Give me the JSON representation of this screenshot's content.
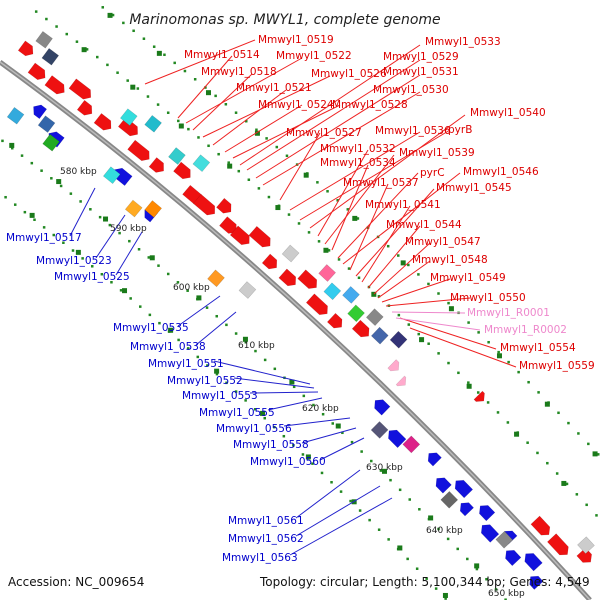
{
  "title": "Marinomonas sp. MWYL1, complete genome",
  "footer": {
    "accession": "Accession: NC_009654",
    "summary": "Topology: circular; Length: 5,100,344 bp; Genes: 4,549"
  },
  "colors": {
    "forward_label": "#dd0000",
    "reverse_label": "#0000cc",
    "rna_label": "#ee88cc",
    "backbone": "#888888",
    "tick": "#228822"
  },
  "kbp_ticks": [
    "580 kbp",
    "590 kbp",
    "600 kbp",
    "610 kbp",
    "620 kbp",
    "630 kbp",
    "640 kbp",
    "650 kbp"
  ],
  "forward_labels": [
    "Mmwyl1_0519",
    "Mmwyl1_0514",
    "Mmwyl1_0522",
    "Mmwyl1_0518",
    "Mmwyl1_0526",
    "Mmwyl1_0521",
    "Mmwyl1_0524",
    "Mmwyl1_0528",
    "Mmwyl1_0533",
    "Mmwyl1_0529",
    "Mmwyl1_0531",
    "Mmwyl1_0530",
    "Mmwyl1_0527",
    "Mmwyl1_0536",
    "pyrB",
    "Mmwyl1_0540",
    "Mmwyl1_0532",
    "Mmwyl1_0539",
    "Mmwyl1_0534",
    "pyrC",
    "Mmwyl1_0546",
    "Mmwyl1_0537",
    "Mmwyl1_0545",
    "Mmwyl1_0541",
    "Mmwyl1_0544",
    "Mmwyl1_0547",
    "Mmwyl1_0548",
    "Mmwyl1_0549",
    "Mmwyl1_0550",
    "Mmwyl1_0554",
    "Mmwyl1_0559"
  ],
  "rna_labels": [
    "Mmwyl1_R0001",
    "Mmwyl1_R0002"
  ],
  "reverse_labels": [
    "Mmwyl1_0517",
    "Mmwyl1_0523",
    "Mmwyl1_0525",
    "Mmwyl1_0535",
    "Mmwyl1_0538",
    "Mmwyl1_0551",
    "Mmwyl1_0552",
    "Mmwyl1_0553",
    "Mmwyl1_0555",
    "Mmwyl1_0556",
    "Mmwyl1_0558",
    "Mmwyl1_0560",
    "Mmwyl1_0561",
    "Mmwyl1_0562",
    "Mmwyl1_0563"
  ]
}
